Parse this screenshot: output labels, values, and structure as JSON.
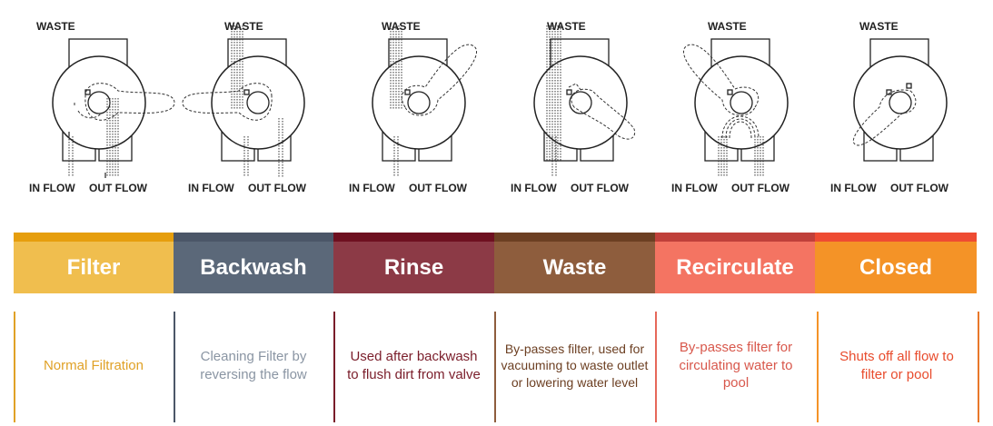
{
  "diagrams": [
    {
      "waste": "WASTE",
      "in": "IN FLOW",
      "out": "OUT FLOW",
      "mode": "filter"
    },
    {
      "waste": "WASTE",
      "in": "IN FLOW",
      "out": "OUT FLOW",
      "mode": "backwash"
    },
    {
      "waste": "WASTE",
      "in": "IN FLOW",
      "out": "OUT FLOW",
      "mode": "rinse"
    },
    {
      "waste": "WASTE",
      "in": "IN FLOW",
      "out": "OUT FLOW",
      "mode": "waste"
    },
    {
      "waste": "WASTE",
      "in": "IN FLOW",
      "out": "OUT FLOW",
      "mode": "recirculate"
    },
    {
      "waste": "WASTE",
      "in": "IN FLOW",
      "out": "OUT FLOW",
      "mode": "closed"
    }
  ],
  "modes": [
    {
      "title": "Filter",
      "desc": "Normal Filtration",
      "color": "#f0be4e",
      "strip": "#e69e0d",
      "text_color": "#e0a126",
      "bar": "#e0a126"
    },
    {
      "title": "Backwash",
      "desc": "Cleaning Filter by reversing the flow",
      "color": "#5b6879",
      "strip": "#4b5668",
      "text_color": "#8a95a3",
      "bar": "#4b5668"
    },
    {
      "title": "Rinse",
      "desc": "Used after backwash to flush dirt from valve",
      "color": "#8c3a46",
      "strip": "#6e1020",
      "text_color": "#7a1d2a",
      "bar": "#7a1d2a"
    },
    {
      "title": "Waste",
      "desc": "By-passes filter, used for vacuuming to waste outlet or lowering water level",
      "color": "#8e5d3d",
      "strip": "#6c3f22",
      "text_color": "#6c3f22",
      "bar": "#8e5d3d"
    },
    {
      "title": "Recirculate",
      "desc": "By-passes filter for circulating water to pool",
      "color": "#f47462",
      "strip": "#c0403a",
      "text_color": "#d8584c",
      "bar": "#e6685a"
    },
    {
      "title": "Closed",
      "desc": "Shuts off all flow to filter or pool",
      "color": "#f49327",
      "strip": "#ee4b32",
      "text_color": "#e84b2c",
      "bar": "#f49327"
    }
  ]
}
